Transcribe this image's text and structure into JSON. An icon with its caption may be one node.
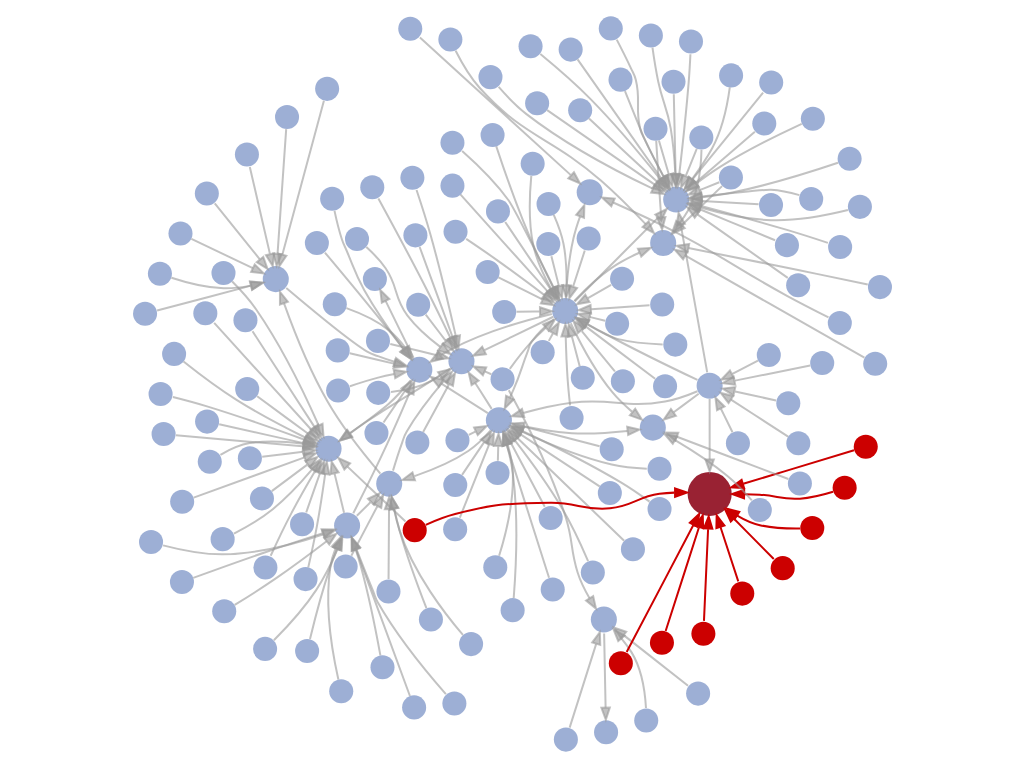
{
  "diagram": {
    "nodes": [
      {
        "text": [],
        "shape": "circle"
      },
      {
        "text": [],
        "shape": "circle"
      },
      {
        "text": [],
        "shape": "circle"
      },
      {
        "text": [],
        "shape": "circle"
      },
      {
        "text": [],
        "shape": "circle"
      },
      {
        "text": [],
        "shape": "circle"
      },
      {
        "text": [],
        "shape": "circle"
      },
      {
        "text": [],
        "shape": "circle"
      },
      {
        "text": [],
        "shape": "circle"
      },
      {
        "text": [],
        "shape": "circle"
      },
      {
        "text": [],
        "shape": "circle"
      },
      {
        "text": [],
        "shape": "circle"
      },
      {
        "text": [],
        "shape": "circle"
      },
      {
        "text": [],
        "shape": "circle"
      },
      {
        "text": [],
        "shape": "circle"
      },
      {
        "text": [],
        "shape": "circle"
      },
      {
        "text": [],
        "shape": "circle"
      },
      {
        "text": [],
        "shape": "circle"
      },
      {
        "text": [],
        "shape": "circle"
      },
      {
        "text": [],
        "shape": "circle"
      },
      {
        "text": [],
        "shape": "circle"
      },
      {
        "text": [],
        "shape": "circle"
      },
      {
        "text": [],
        "shape": "circle"
      },
      {
        "text": [],
        "shape": "circle"
      },
      {
        "text": [],
        "shape": "circle"
      },
      {
        "text": [],
        "shape": "circle"
      },
      {
        "text": [],
        "shape": "circle"
      },
      {
        "text": [],
        "shape": "circle"
      },
      {
        "text": [],
        "shape": "circle"
      },
      {
        "text": [],
        "shape": "circle"
      },
      {
        "text": [],
        "shape": "circle"
      },
      {
        "text": [],
        "shape": "circle"
      },
      {
        "text": [],
        "shape": "circle"
      },
      {
        "text": [],
        "shape": "circle"
      },
      {
        "text": [],
        "shape": "circle"
      },
      {
        "text": [],
        "shape": "circle"
      },
      {
        "text": [],
        "shape": "circle"
      },
      {
        "text": [],
        "shape": "circle"
      },
      {
        "text": [],
        "shape": "circle"
      },
      {
        "text": [],
        "shape": "circle"
      },
      {
        "text": [],
        "shape": "circle"
      },
      {
        "text": [],
        "shape": "circle"
      },
      {
        "text": [],
        "shape": "circle"
      },
      {
        "text": [],
        "shape": "circle"
      },
      {
        "text": [],
        "shape": "circle"
      },
      {
        "text": [],
        "shape": "circle"
      },
      {
        "text": [],
        "shape": "circle"
      },
      {
        "text": [],
        "shape": "circle"
      },
      {
        "text": [],
        "shape": "circle"
      },
      {
        "text": [],
        "shape": "circle"
      },
      {
        "text": [],
        "shape": "circle"
      },
      {
        "text": [],
        "shape": "circle"
      },
      {
        "text": [],
        "shape": "circle"
      },
      {
        "text": [],
        "shape": "circle"
      },
      {
        "text": [],
        "shape": "circle"
      },
      {
        "text": [],
        "shape": "circle"
      },
      {
        "text": [],
        "shape": "circle"
      },
      {
        "text": [],
        "shape": "circle"
      },
      {
        "text": [],
        "shape": "circle"
      },
      {
        "text": [],
        "shape": "circle"
      },
      {
        "text": [],
        "shape": "circle"
      },
      {
        "text": [],
        "shape": "circle"
      },
      {
        "text": [],
        "shape": "circle"
      },
      {
        "text": [],
        "shape": "circle"
      },
      {
        "text": [],
        "shape": "circle"
      },
      {
        "text": [],
        "shape": "circle"
      },
      {
        "text": [],
        "shape": "circle"
      },
      {
        "text": [],
        "shape": "circle"
      },
      {
        "text": [],
        "shape": "circle"
      },
      {
        "text": [],
        "shape": "circle"
      },
      {
        "text": [],
        "shape": "circle"
      },
      {
        "text": [],
        "shape": "circle"
      },
      {
        "text": [],
        "shape": "circle"
      },
      {
        "text": [],
        "shape": "circle"
      },
      {
        "text": [],
        "shape": "circle"
      },
      {
        "text": [],
        "shape": "circle"
      },
      {
        "text": [],
        "shape": "circle"
      },
      {
        "text": [],
        "shape": "circle"
      },
      {
        "text": [],
        "shape": "circle"
      },
      {
        "text": [],
        "shape": "circle"
      },
      {
        "text": [],
        "shape": "circle"
      },
      {
        "text": [],
        "shape": "circle"
      },
      {
        "text": [],
        "shape": "circle"
      },
      {
        "text": [],
        "shape": "circle"
      },
      {
        "text": [],
        "shape": "circle"
      },
      {
        "text": [],
        "shape": "circle"
      },
      {
        "text": [],
        "shape": "circle"
      },
      {
        "text": [],
        "shape": "circle"
      },
      {
        "text": [],
        "shape": "circle"
      },
      {
        "text": [],
        "shape": "circle"
      },
      {
        "text": [],
        "shape": "circle"
      },
      {
        "text": [],
        "shape": "circle"
      },
      {
        "text": [],
        "shape": "circle"
      },
      {
        "text": [],
        "shape": "circle"
      },
      {
        "text": [],
        "shape": "circle"
      },
      {
        "text": [],
        "shape": "circle"
      },
      {
        "text": [],
        "shape": "circle"
      },
      {
        "text": [],
        "shape": "circle"
      },
      {
        "text": [],
        "shape": "circle"
      },
      {
        "text": [],
        "shape": "circle"
      },
      {
        "text": [],
        "shape": "circle"
      },
      {
        "text": [],
        "shape": "circle"
      },
      {
        "text": [],
        "shape": "circle"
      },
      {
        "text": [],
        "shape": "circle"
      },
      {
        "text": [],
        "shape": "circle"
      },
      {
        "text": [],
        "shape": "circle"
      },
      {
        "text": [],
        "shape": "circle"
      },
      {
        "text": [],
        "shape": "circle"
      },
      {
        "text": [],
        "shape": "circle"
      },
      {
        "text": [],
        "shape": "circle"
      },
      {
        "text": [],
        "shape": "circle"
      },
      {
        "text": [],
        "shape": "circle"
      },
      {
        "text": [],
        "shape": "circle"
      },
      {
        "text": [],
        "shape": "circle"
      },
      {
        "text": [],
        "shape": "circle"
      },
      {
        "text": [],
        "shape": "circle"
      },
      {
        "text": [],
        "shape": "circle"
      },
      {
        "text": [],
        "shape": "circle"
      },
      {
        "text": [],
        "shape": "circle"
      },
      {
        "text": [],
        "shape": "circle"
      },
      {
        "text": [],
        "shape": "circle"
      },
      {
        "text": [],
        "shape": "circle"
      },
      {
        "text": [],
        "shape": "circle"
      },
      {
        "text": [],
        "shape": "circle"
      },
      {
        "text": [],
        "shape": "circle"
      },
      {
        "text": [],
        "shape": "circle"
      },
      {
        "text": [],
        "shape": "circle"
      },
      {
        "text": [],
        "shape": "circle"
      },
      {
        "text": [],
        "shape": "circle"
      },
      {
        "text": [],
        "shape": "circle"
      },
      {
        "text": [],
        "shape": "circle"
      },
      {
        "text": [],
        "shape": "circle"
      },
      {
        "text": [],
        "shape": "circle"
      },
      {
        "text": [],
        "shape": "circle"
      },
      {
        "text": [],
        "shape": "circle"
      },
      {
        "text": [],
        "shape": "circle"
      },
      {
        "text": [],
        "shape": "circle"
      },
      {
        "text": [],
        "shape": "circle"
      },
      {
        "text": [],
        "shape": "circle"
      },
      {
        "text": [],
        "shape": "circle"
      },
      {
        "text": [],
        "shape": "circle"
      },
      {
        "text": [],
        "shape": "circle"
      },
      {
        "text": [],
        "shape": "circle"
      },
      {
        "text": [],
        "shape": "circle"
      },
      {
        "text": [],
        "shape": "circle"
      },
      {
        "text": [],
        "shape": "circle"
      },
      {
        "text": [],
        "shape": "circle"
      },
      {
        "text": [],
        "shape": "circle"
      },
      {
        "text": [],
        "shape": "circle"
      },
      {
        "text": [],
        "shape": "circle"
      }
    ],
    "edges": [
      {
        "from": 1,
        "to": 4,
        "arrow": "to"
      },
      {
        "from": 2,
        "to": 4,
        "arrow": "to"
      },
      {
        "from": 3,
        "to": 4,
        "arrow": "to"
      },
      {
        "from": 4,
        "to": 0,
        "arrow": "to"
      },
      {
        "from": 5,
        "to": 4,
        "arrow": "to"
      },
      {
        "from": 7,
        "to": 6,
        "arrow": "to"
      },
      {
        "from": 8,
        "to": 6,
        "arrow": "to"
      },
      {
        "from": 9,
        "to": 6,
        "arrow": "to"
      },
      {
        "from": 10,
        "to": 6,
        "arrow": "to"
      },
      {
        "from": 11,
        "to": 6,
        "arrow": "to"
      },
      {
        "from": 12,
        "to": 6,
        "arrow": "to"
      },
      {
        "from": 13,
        "to": 6,
        "arrow": "to"
      },
      {
        "from": 14,
        "to": 6,
        "arrow": "to"
      },
      {
        "from": 15,
        "to": 6,
        "arrow": "to"
      },
      {
        "from": 16,
        "to": 6,
        "arrow": "to"
      },
      {
        "from": 17,
        "to": 6,
        "arrow": "to"
      },
      {
        "from": 18,
        "to": 6,
        "arrow": "to"
      },
      {
        "from": 19,
        "to": 6,
        "arrow": "to"
      },
      {
        "from": 20,
        "to": 6,
        "arrow": "to"
      },
      {
        "from": 21,
        "to": 6,
        "arrow": "to"
      },
      {
        "from": 22,
        "to": 6,
        "arrow": "to"
      },
      {
        "from": 23,
        "to": 6,
        "arrow": "to"
      },
      {
        "from": 24,
        "to": 6,
        "arrow": "to"
      },
      {
        "from": 25,
        "to": 6,
        "arrow": "to"
      },
      {
        "from": 26,
        "to": 6,
        "arrow": "to"
      },
      {
        "from": 28,
        "to": 27,
        "arrow": "to"
      },
      {
        "from": 29,
        "to": 27,
        "arrow": "to"
      },
      {
        "from": 30,
        "to": 27,
        "arrow": "to"
      },
      {
        "from": 31,
        "to": 27,
        "arrow": "to"
      },
      {
        "from": 32,
        "to": 27,
        "arrow": "to"
      },
      {
        "from": 27,
        "to": 6,
        "arrow": "to"
      },
      {
        "from": 33,
        "to": 35,
        "arrow": "to"
      },
      {
        "from": 34,
        "to": 35,
        "arrow": "to"
      },
      {
        "from": 6,
        "to": 35,
        "arrow": "to"
      },
      {
        "from": 37,
        "to": 36,
        "arrow": "to"
      },
      {
        "from": 38,
        "to": 36,
        "arrow": "to"
      },
      {
        "from": 39,
        "to": 36,
        "arrow": "to"
      },
      {
        "from": 40,
        "to": 36,
        "arrow": "to"
      },
      {
        "from": 41,
        "to": 36,
        "arrow": "to"
      },
      {
        "from": 42,
        "to": 36,
        "arrow": "to"
      },
      {
        "from": 43,
        "to": 36,
        "arrow": "to"
      },
      {
        "from": 44,
        "to": 36,
        "arrow": "to"
      },
      {
        "from": 45,
        "to": 36,
        "arrow": "to"
      },
      {
        "from": 46,
        "to": 36,
        "arrow": "to"
      },
      {
        "from": 47,
        "to": 36,
        "arrow": "to"
      },
      {
        "from": 48,
        "to": 36,
        "arrow": "to"
      },
      {
        "from": 49,
        "to": 36,
        "arrow": "to"
      },
      {
        "from": 50,
        "to": 36,
        "arrow": "to"
      },
      {
        "from": 51,
        "to": 36,
        "arrow": "to"
      },
      {
        "from": 52,
        "to": 36,
        "arrow": "to"
      },
      {
        "from": 53,
        "to": 36,
        "arrow": "to"
      },
      {
        "from": 54,
        "to": 36,
        "arrow": "to"
      },
      {
        "from": 55,
        "to": 36,
        "arrow": "to"
      },
      {
        "from": 56,
        "to": 36,
        "arrow": "to"
      },
      {
        "from": 57,
        "to": 36,
        "arrow": "to"
      },
      {
        "from": 58,
        "to": 36,
        "arrow": "to"
      },
      {
        "from": 59,
        "to": 36,
        "arrow": "to"
      },
      {
        "from": 60,
        "to": 36,
        "arrow": "to"
      },
      {
        "from": 6,
        "to": 36,
        "arrow": "to"
      },
      {
        "from": 27,
        "to": 36,
        "arrow": "to"
      },
      {
        "from": 58,
        "to": 61,
        "arrow": "to"
      },
      {
        "from": 59,
        "to": 61,
        "arrow": "to"
      },
      {
        "from": 60,
        "to": 61,
        "arrow": "to"
      },
      {
        "from": 62,
        "to": 61,
        "arrow": "to"
      },
      {
        "from": 63,
        "to": 61,
        "arrow": "to"
      },
      {
        "from": 64,
        "to": 61,
        "arrow": "to"
      },
      {
        "from": 6,
        "to": 61,
        "arrow": "to"
      },
      {
        "from": 66,
        "to": 65,
        "arrow": "to"
      },
      {
        "from": 67,
        "to": 65,
        "arrow": "to"
      },
      {
        "from": 68,
        "to": 65,
        "arrow": "to"
      },
      {
        "from": 69,
        "to": 65,
        "arrow": "to"
      },
      {
        "from": 70,
        "to": 65,
        "arrow": "to"
      },
      {
        "from": 71,
        "to": 65,
        "arrow": "to"
      },
      {
        "from": 72,
        "to": 65,
        "arrow": "to"
      },
      {
        "from": 73,
        "to": 65,
        "arrow": "to"
      },
      {
        "from": 74,
        "to": 65,
        "arrow": "to"
      },
      {
        "from": 75,
        "to": 65,
        "arrow": "to"
      },
      {
        "from": 76,
        "to": 65,
        "arrow": "to"
      },
      {
        "from": 77,
        "to": 65,
        "arrow": "to"
      },
      {
        "from": 78,
        "to": 65,
        "arrow": "to"
      },
      {
        "from": 79,
        "to": 65,
        "arrow": "to"
      },
      {
        "from": 6,
        "to": 65,
        "arrow": "to"
      },
      {
        "from": 27,
        "to": 65,
        "arrow": "to"
      },
      {
        "from": 5,
        "to": 6,
        "arrow": "to"
      },
      {
        "from": 81,
        "to": 80,
        "arrow": "to"
      },
      {
        "from": 82,
        "to": 80,
        "arrow": "to"
      },
      {
        "from": 83,
        "to": 80,
        "arrow": "to"
      },
      {
        "from": 84,
        "to": 80,
        "arrow": "to"
      },
      {
        "from": 85,
        "to": 80,
        "arrow": "to"
      },
      {
        "from": 86,
        "to": 80,
        "arrow": "to"
      },
      {
        "from": 87,
        "to": 80,
        "arrow": "to"
      },
      {
        "from": 88,
        "to": 80,
        "arrow": "to"
      },
      {
        "from": 89,
        "to": 80,
        "arrow": "to"
      },
      {
        "from": 90,
        "to": 80,
        "arrow": "to"
      },
      {
        "from": 91,
        "to": 80,
        "arrow": "to"
      },
      {
        "from": 92,
        "to": 80,
        "arrow": "to"
      },
      {
        "from": 93,
        "to": 80,
        "arrow": "to"
      },
      {
        "from": 94,
        "to": 80,
        "arrow": "to"
      },
      {
        "from": 95,
        "to": 80,
        "arrow": "to"
      },
      {
        "from": 96,
        "to": 80,
        "arrow": "to"
      },
      {
        "from": 98,
        "to": 97,
        "arrow": "to"
      },
      {
        "from": 99,
        "to": 97,
        "arrow": "to"
      },
      {
        "from": 100,
        "to": 97,
        "arrow": "to"
      },
      {
        "from": 101,
        "to": 97,
        "arrow": "to"
      },
      {
        "from": 102,
        "to": 97,
        "arrow": "to"
      },
      {
        "from": 103,
        "to": 97,
        "arrow": "to"
      },
      {
        "from": 104,
        "to": 97,
        "arrow": "to"
      },
      {
        "from": 106,
        "to": 105,
        "arrow": "to"
      },
      {
        "from": 107,
        "to": 105,
        "arrow": "to"
      },
      {
        "from": 108,
        "to": 105,
        "arrow": "to"
      },
      {
        "from": 109,
        "to": 105,
        "arrow": "to"
      },
      {
        "from": 110,
        "to": 105,
        "arrow": "to"
      },
      {
        "from": 111,
        "to": 105,
        "arrow": "to"
      },
      {
        "from": 112,
        "to": 105,
        "arrow": "to"
      },
      {
        "from": 113,
        "to": 105,
        "arrow": "to"
      },
      {
        "from": 115,
        "to": 114,
        "arrow": "to"
      },
      {
        "from": 116,
        "to": 114,
        "arrow": "to"
      },
      {
        "from": 117,
        "to": 114,
        "arrow": "to"
      },
      {
        "from": 118,
        "to": 114,
        "arrow": "to"
      },
      {
        "from": 120,
        "to": 119,
        "arrow": "to"
      },
      {
        "from": 121,
        "to": 119,
        "arrow": "to"
      },
      {
        "from": 122,
        "to": 119,
        "arrow": "to"
      },
      {
        "from": 123,
        "to": 119,
        "arrow": "to"
      },
      {
        "from": 124,
        "to": 119,
        "arrow": "to"
      },
      {
        "from": 125,
        "to": 119,
        "arrow": "to"
      },
      {
        "from": 126,
        "to": 119,
        "arrow": "to"
      },
      {
        "from": 127,
        "to": 119,
        "arrow": "to"
      },
      {
        "from": 128,
        "to": 119,
        "arrow": "to"
      },
      {
        "from": 114,
        "to": 105,
        "arrow": "to"
      },
      {
        "from": 119,
        "to": 114,
        "arrow": "to"
      },
      {
        "from": 130,
        "to": 129,
        "arrow": "to",
        "color": "#cc0000"
      },
      {
        "from": 131,
        "to": 129,
        "arrow": "to",
        "color": "#cc0000"
      },
      {
        "from": 132,
        "to": 129,
        "arrow": "to",
        "color": "#cc0000"
      },
      {
        "from": 133,
        "to": 129,
        "arrow": "to",
        "color": "#cc0000"
      },
      {
        "from": 134,
        "to": 129,
        "arrow": "to",
        "color": "#cc0000"
      },
      {
        "from": 135,
        "to": 129,
        "arrow": "to",
        "color": "#cc0000"
      },
      {
        "from": 136,
        "to": 129,
        "arrow": "to",
        "color": "#cc0000"
      },
      {
        "from": 137,
        "to": 129,
        "arrow": "to",
        "color": "#cc0000"
      },
      {
        "from": 138,
        "to": 129,
        "arrow": "to",
        "color": "#cc0000"
      },
      {
        "from": 140,
        "to": 139,
        "arrow": "to"
      },
      {
        "from": 141,
        "to": 139,
        "arrow": "to"
      },
      {
        "from": 143,
        "to": 142,
        "arrow": "to"
      },
      {
        "from": 144,
        "to": 142,
        "arrow": "to"
      },
      {
        "from": 145,
        "to": 142,
        "arrow": "to"
      },
      {
        "from": 146,
        "to": 142,
        "arrow": "to"
      },
      {
        "from": 147,
        "to": 142,
        "arrow": "to"
      },
      {
        "from": 148,
        "to": 142,
        "arrow": "to"
      },
      {
        "from": 142,
        "to": 149,
        "arrow": "to"
      },
      {
        "from": 6,
        "to": 105,
        "arrow": "to"
      },
      {
        "from": 6,
        "to": 139,
        "arrow": "to"
      },
      {
        "from": 6,
        "to": 142,
        "arrow": "to"
      },
      {
        "from": 65,
        "to": 105,
        "arrow": "to"
      },
      {
        "from": 65,
        "to": 139,
        "arrow": "to"
      },
      {
        "from": 65,
        "to": 142,
        "arrow": "to"
      },
      {
        "from": 65,
        "to": 114,
        "arrow": "to"
      },
      {
        "from": 27,
        "to": 139,
        "arrow": "to"
      },
      {
        "from": 105,
        "to": 80,
        "arrow": "to"
      },
      {
        "from": 119,
        "to": 80,
        "arrow": "to"
      },
      {
        "from": 142,
        "to": 80,
        "arrow": "to"
      },
      {
        "from": 97,
        "to": 142,
        "arrow": "to"
      },
      {
        "from": 5,
        "to": 105,
        "arrow": "to"
      },
      {
        "from": 27,
        "to": 129,
        "arrow": "to"
      },
      {
        "from": 130,
        "to": 80,
        "arrow": "to"
      },
      {
        "from": 114,
        "to": 97,
        "arrow": "to"
      },
      {
        "from": 119,
        "to": 142,
        "arrow": "to"
      }
    ]
  }
}
